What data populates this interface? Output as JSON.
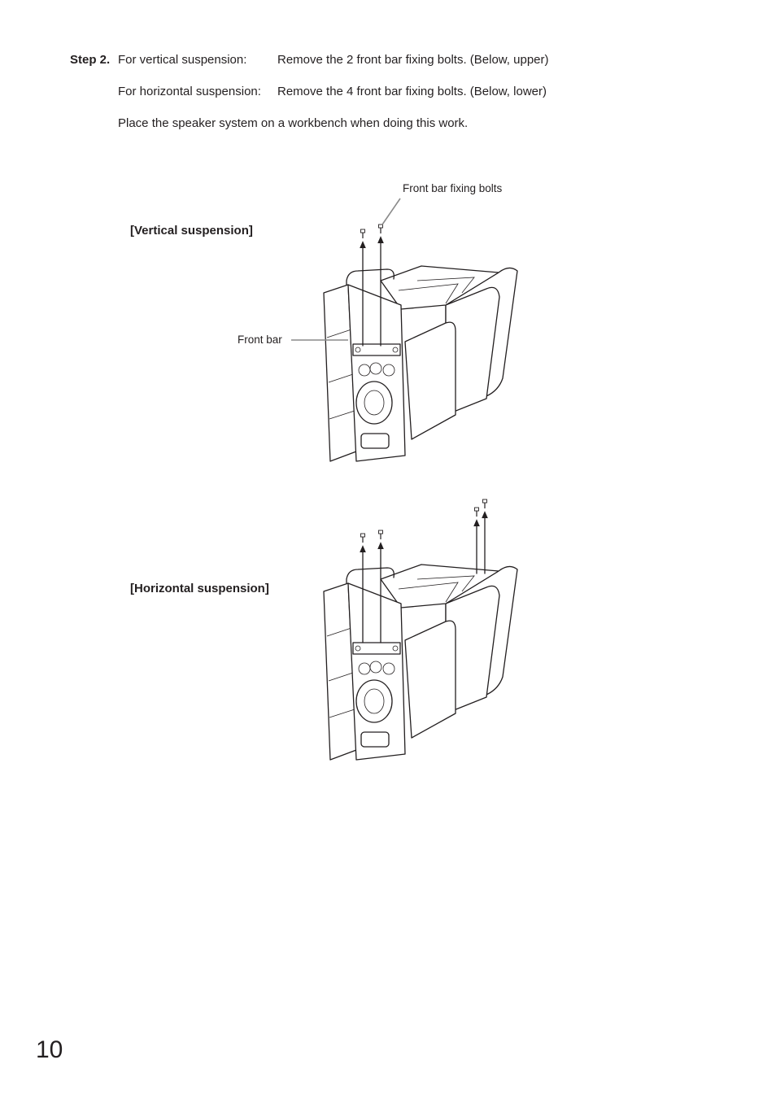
{
  "step": {
    "label": "Step 2.",
    "rows": [
      {
        "condition": "For vertical suspension:",
        "action": "Remove the 2 front bar fixing bolts. (Below, upper)"
      },
      {
        "condition": "For horizontal suspension:",
        "action": "Remove the 4 front bar fixing bolts. (Below, lower)"
      }
    ],
    "note": "Place the speaker system on a workbench when doing this work."
  },
  "figures": {
    "vertical": {
      "heading": "[Vertical suspension]",
      "label_bolts": "Front bar fixing bolts",
      "label_bar": "Front bar"
    },
    "horizontal": {
      "heading": "[Horizontal suspension]"
    }
  },
  "page_number": "10"
}
